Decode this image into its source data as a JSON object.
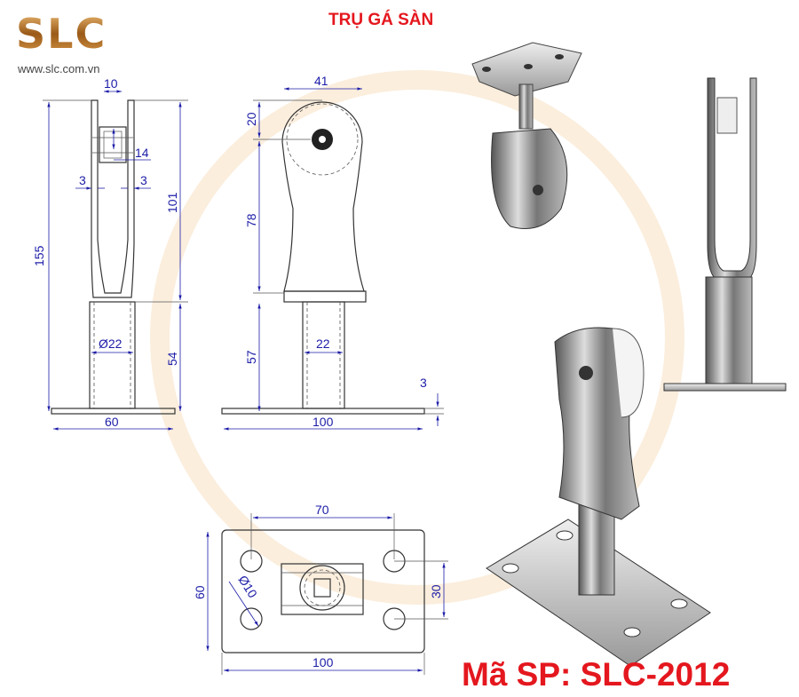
{
  "header": {
    "logo_text": "SLC",
    "website": "www.slc.com.vn",
    "title": "TRỤ GÁ SÀN"
  },
  "front_view": {
    "top_width": "10",
    "slot": "14",
    "plate_left": "3",
    "plate_right": "3",
    "upper_height": "101",
    "total_height": "155",
    "tube_diameter": "Ø22",
    "tube_height": "54",
    "base_width": "60"
  },
  "side_view": {
    "wheel_width": "41",
    "wheel_offset": "20",
    "body_height": "78",
    "tube_height": "57",
    "tube_width": "22",
    "base_length": "100",
    "base_thickness": "3"
  },
  "plan_view": {
    "hole_spacing_x": "70",
    "base_width": "60",
    "hole_spacing_y": "30",
    "hole_diameter": "Ø10",
    "base_length": "100"
  },
  "product_code": "Mã SP: SLC-2012",
  "colors": {
    "accent": "#e4171e",
    "dimension": "#1c1ca8"
  }
}
